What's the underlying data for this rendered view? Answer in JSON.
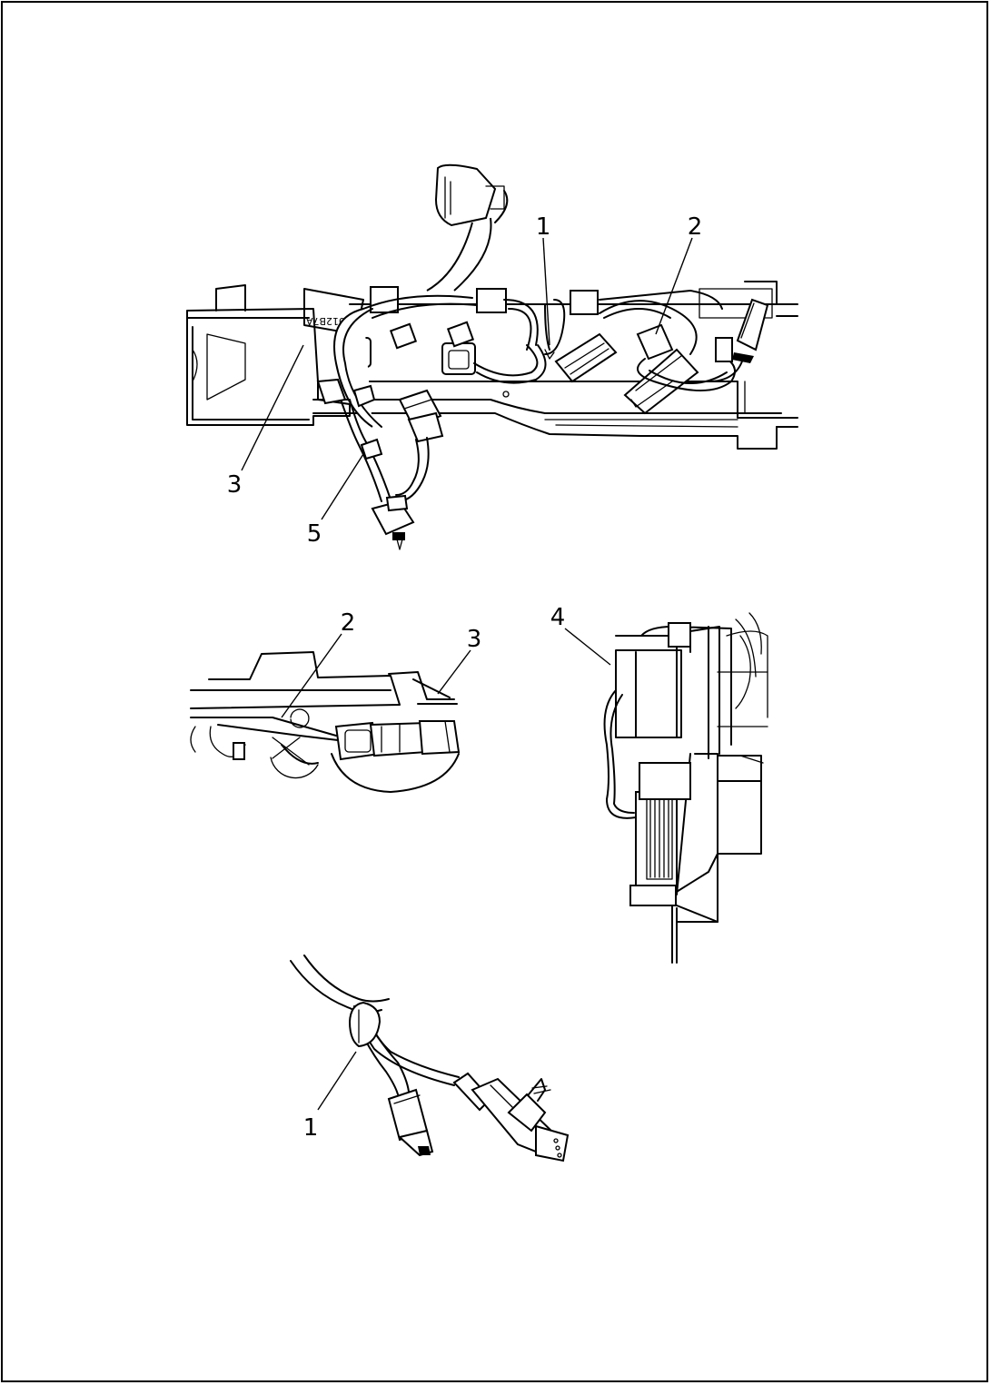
{
  "figures": [
    {
      "name": "upper-view",
      "callouts": [
        "1",
        "2",
        "3",
        "5"
      ],
      "part_marking": "82012B7A"
    },
    {
      "name": "middle-left-view",
      "callouts": [
        "2",
        "3"
      ]
    },
    {
      "name": "middle-right-view",
      "callouts": [
        "4"
      ]
    },
    {
      "name": "bottom-view",
      "callouts": [
        "1"
      ]
    }
  ]
}
